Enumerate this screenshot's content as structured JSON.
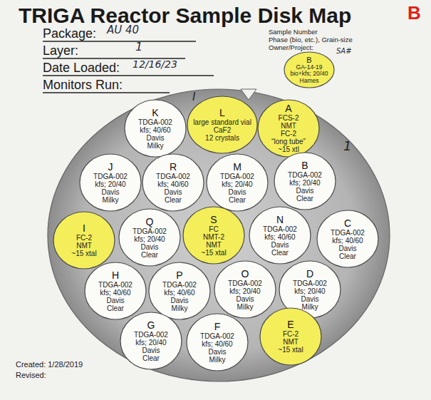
{
  "diagram": {
    "title": "TRIGA Reactor Sample Disk Map",
    "nodes": [
      {
        "text": [
          "B",
          "GA-14-19",
          "bio+kfs; 20/40",
          "Hames"
        ]
      },
      {
        "text": [
          "I",
          "1"
        ]
      },
      {
        "text": [
          "K",
          "TDGA-002",
          "kfs; 40/60",
          "Davis",
          "Milky"
        ],
        "in": 1
      },
      {
        "text": [
          "L",
          "large standard vial",
          "CaF2",
          "12 crystals"
        ],
        "in": 1
      },
      {
        "text": [
          "A",
          "FCS-2",
          "NMT",
          "FC-2",
          "“long tube”",
          "~15 xtl"
        ],
        "in": 1
      },
      {
        "text": [
          "J",
          "TDGA-002",
          "kfs; 20/40",
          "Davis",
          "Milky"
        ],
        "in": 1
      },
      {
        "text": [
          "R",
          "TDGA-002",
          "kfs; 40/60",
          "Davis",
          "Clear"
        ],
        "in": 1
      },
      {
        "text": [
          "M",
          "TDGA-002",
          "kfs; 20/40",
          "Davis",
          "Clear"
        ],
        "in": 1
      },
      {
        "text": [
          "B",
          "TDGA-002",
          "kfs; 20/40",
          "Davis",
          "Clear"
        ],
        "in": 1
      },
      {
        "text": [
          "I",
          "FC-2",
          "NMT",
          "~15 xtal"
        ],
        "in": 1
      },
      {
        "text": [
          "Q",
          "TDGA-002",
          "kfs; 20/40",
          "Davis",
          "Clear"
        ],
        "in": 1
      },
      {
        "text": [
          "S",
          "FC",
          "NMT-2",
          "NMT",
          "~15 xtal"
        ],
        "in": 1
      },
      {
        "text": [
          "N",
          "TDGA-002",
          "kfs; 40/60",
          "Davis",
          "Clear"
        ],
        "in": 1
      },
      {
        "text": [
          "C",
          "TDGA-002",
          "kfs; 40/60",
          "Davis",
          "Clear"
        ],
        "in": 1
      },
      {
        "text": [
          "H",
          "TDGA-002",
          "kfs; 40/60",
          "Davis",
          "Clear"
        ],
        "in": 1
      },
      {
        "text": [
          "P",
          "TDGA-002",
          "kfs; 40/60",
          "Davis",
          "Milky"
        ],
        "in": 1
      },
      {
        "text": [
          "O",
          "TDGA-002",
          "kfs; 20/40",
          "Davis",
          "Milky"
        ],
        "in": 1
      },
      {
        "text": [
          "D",
          "TDGA-002",
          "kfs; 20/40",
          "Davis",
          "Milky"
        ],
        "in": 1
      },
      {
        "text": [
          "G",
          "TDGA-002",
          "kfs; 20/40",
          "Davis",
          "Clear"
        ],
        "in": 1
      },
      {
        "text": [
          "F",
          "TDGA-002",
          "kfs; 40/60",
          "Davis",
          "Milky"
        ],
        "in": 1
      },
      {
        "text": [
          "E",
          "FC-2",
          "NMT",
          "~15 xtal"
        ],
        "in": 1
      }
    ],
    "labels": [
      "B",
      "Package:",
      "AU 40",
      "Layer:",
      "1",
      "Date Loaded:",
      "12/16/23",
      "Monitors Run:",
      "Sample Number",
      "Phase (bio, etc.), Grain-size",
      "Owner/Project:",
      "SA#",
      "Created: 1/28/2019",
      "Revised:"
    ]
  }
}
